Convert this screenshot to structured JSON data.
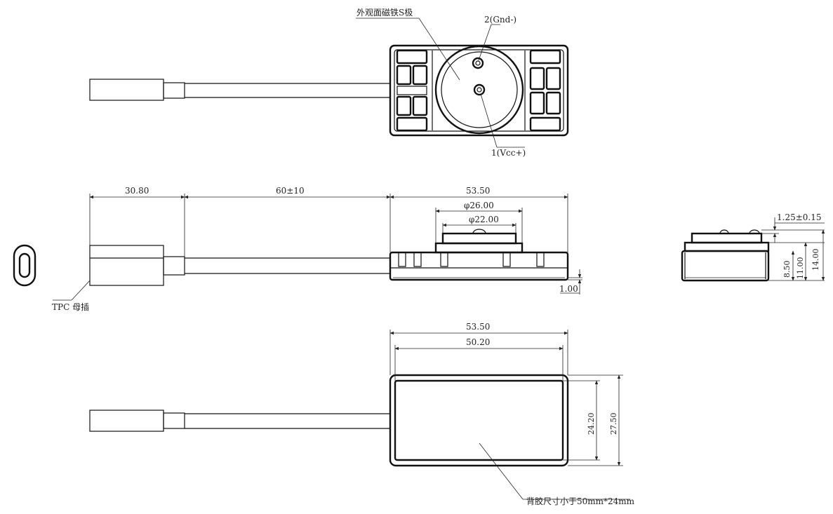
{
  "labels": {
    "magnet_plate": "外观面磁铁S极",
    "pin_gnd": "2(Gnd-)",
    "pin_vcc": "1(Vcc+)",
    "connector": "TPC 母插",
    "adhesive_note": "背胶尺寸小于50mm*24mm"
  },
  "dimensions": {
    "plug_length": "30.80",
    "cable_length": "60±10",
    "body_length": "53.50",
    "outer_diameter": "φ26.00",
    "inner_diameter": "φ22.00",
    "base_thickness": "1.00",
    "pin_height": "1.25±0.15",
    "height_a": "8.50",
    "height_b": "11.00",
    "height_c": "14.00",
    "bottom_length": "53.50",
    "adhesive_length": "50.20",
    "adhesive_width": "24.20",
    "body_width": "27.50"
  }
}
